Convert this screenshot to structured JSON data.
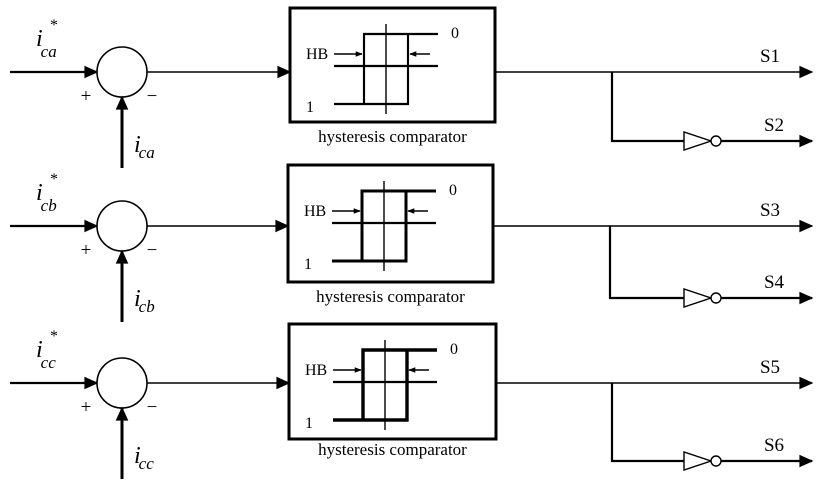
{
  "rows": [
    {
      "ref_main": "i",
      "ref_sup": "*",
      "ref_sub": "ca",
      "fb_main": "i",
      "fb_sub": "ca",
      "plus": "+",
      "minus": "−",
      "box": {
        "hb": "HB",
        "zero": "0",
        "one": "1",
        "caption": "hysteresis comparator"
      },
      "out_top": "S1",
      "out_bottom": "S2"
    },
    {
      "ref_main": "i",
      "ref_sup": "*",
      "ref_sub": "cb",
      "fb_main": "i",
      "fb_sub": "cb",
      "plus": "+",
      "minus": "−",
      "box": {
        "hb": "HB",
        "zero": "0",
        "one": "1",
        "caption": "hysteresis comparator"
      },
      "out_top": "S3",
      "out_bottom": "S4"
    },
    {
      "ref_main": "i",
      "ref_sup": "*",
      "ref_sub": "cc",
      "fb_main": "i",
      "fb_sub": "cc",
      "plus": "+",
      "minus": "−",
      "box": {
        "hb": "HB",
        "zero": "0",
        "one": "1",
        "caption": "hysteresis comparator"
      },
      "out_top": "S5",
      "out_bottom": "S6"
    }
  ]
}
